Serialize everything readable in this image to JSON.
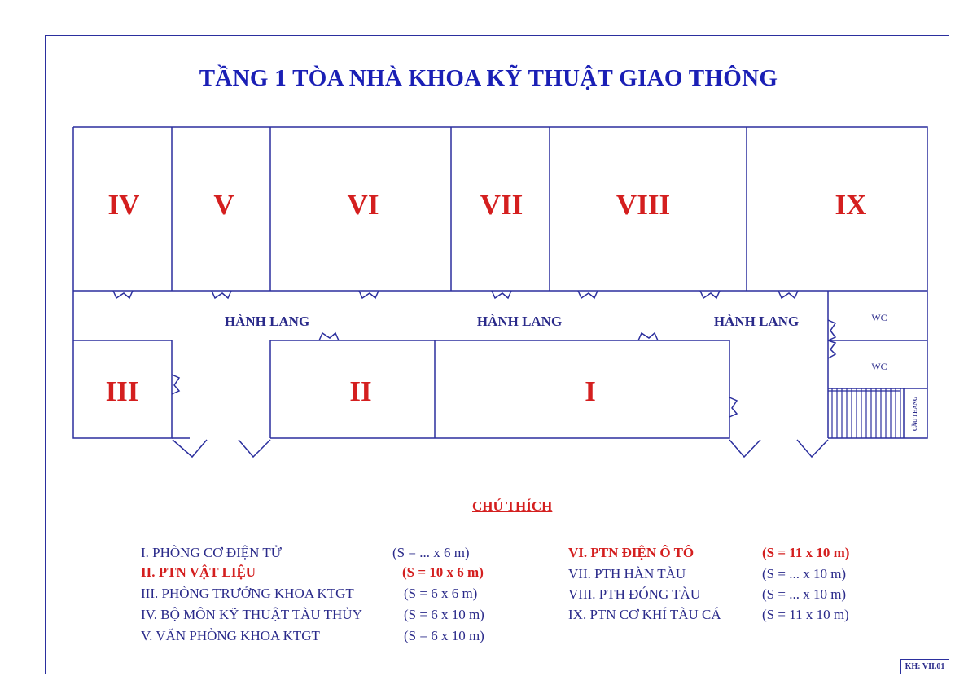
{
  "title": "TẦNG 1 TÒA NHÀ KHOA KỸ THUẬT GIAO THÔNG",
  "rooms": {
    "I": "I",
    "II": "II",
    "III": "III",
    "IV": "IV",
    "V": "V",
    "VI": "VI",
    "VII": "VII",
    "VIII": "VIII",
    "IX": "IX"
  },
  "corridor_labels": [
    "HÀNH LANG",
    "HÀNH LANG",
    "HÀNH LANG"
  ],
  "wc_labels": [
    "WC",
    "WC"
  ],
  "stair_label": "CẦU THANG",
  "legend_title": "CHÚ THÍCH",
  "legend_left": [
    {
      "name": "I.  PHÒNG CƠ ĐIỆN TỬ",
      "area": "(S =  ... x   6 m)",
      "highlight": false
    },
    {
      "name": "II. PTN VẬT LIỆU",
      "area": "(S = 10 x   6 m)",
      "highlight": true
    },
    {
      "name": "III.  PHÒNG TRƯỞNG KHOA KTGT",
      "area": "(S =   6 x   6 m)",
      "highlight": false
    },
    {
      "name": "IV.  BỘ MÔN KỸ THUẬT TÀU THỦY",
      "area": "(S =   6 x 10 m)",
      "highlight": false
    },
    {
      "name": "V.   VĂN PHÒNG KHOA KTGT",
      "area": "(S =   6 x 10 m)",
      "highlight": false
    }
  ],
  "legend_right": [
    {
      "name": "VI.  PTN ĐIỆN Ô TÔ",
      "area": "(S = 11 x 10 m)",
      "highlight": true
    },
    {
      "name": "VII.  PTH HÀN TÀU",
      "area": "(S =  ... x 10 m)",
      "highlight": false
    },
    {
      "name": "VIII. PTH ĐÓNG TÀU",
      "area": "(S =  ... x 10 m)",
      "highlight": false
    },
    {
      "name": "IX.    PTN CƠ KHÍ TÀU CÁ",
      "area": "(S = 11 x 10 m)",
      "highlight": false
    }
  ],
  "drawing_code": "KH: VII.01",
  "colors": {
    "wall": "#2b2f9e",
    "room_label": "#d41f1f",
    "text": "#2a2a8a",
    "title": "#1a1fb5"
  }
}
